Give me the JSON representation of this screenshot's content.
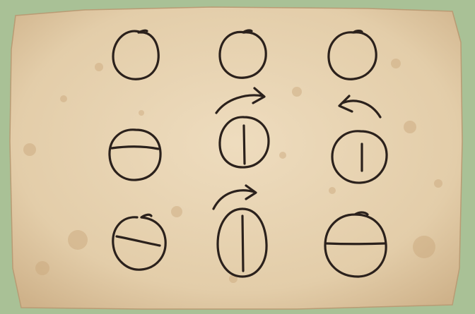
{
  "scene": {
    "background_color": "#a9c196",
    "paper_color": "#e6d2b2",
    "ink_color": "#2b211c"
  },
  "drawings": [
    {
      "row": 1,
      "col": 1,
      "line": "none",
      "arrow": "none"
    },
    {
      "row": 1,
      "col": 2,
      "line": "none",
      "arrow": "none"
    },
    {
      "row": 1,
      "col": 3,
      "line": "none",
      "arrow": "none"
    },
    {
      "row": 2,
      "col": 1,
      "line": "horizontal",
      "arrow": "none"
    },
    {
      "row": 2,
      "col": 2,
      "line": "vertical",
      "arrow": "clockwise"
    },
    {
      "row": 2,
      "col": 3,
      "line": "vertical-short",
      "arrow": "counterclockwise"
    },
    {
      "row": 3,
      "col": 1,
      "line": "tilted",
      "arrow": "none"
    },
    {
      "row": 3,
      "col": 2,
      "line": "vertical",
      "arrow": "clockwise"
    },
    {
      "row": 3,
      "col": 3,
      "line": "horizontal",
      "arrow": "none"
    }
  ]
}
